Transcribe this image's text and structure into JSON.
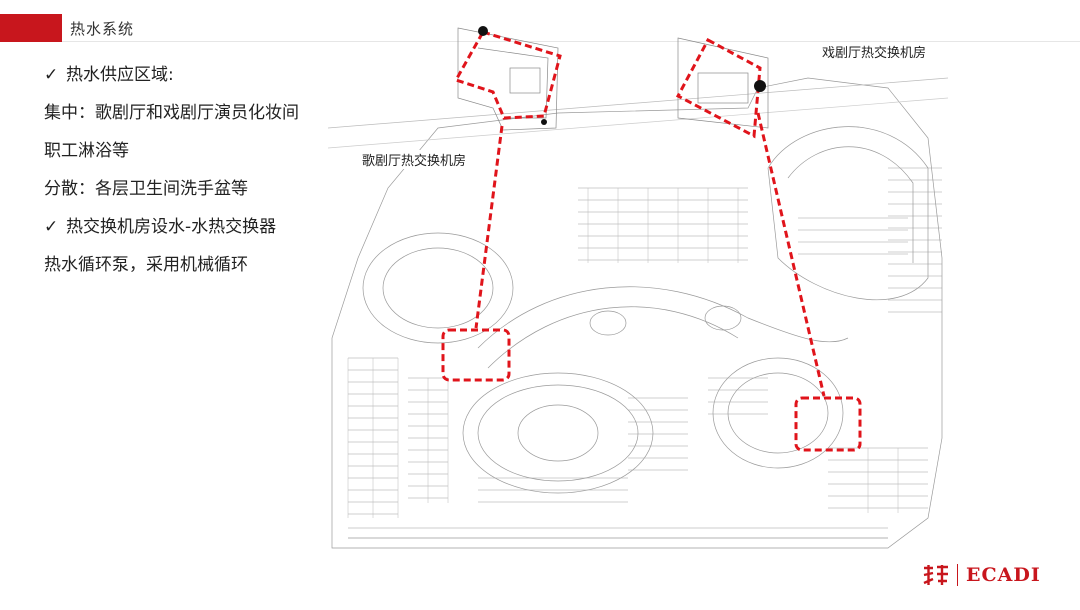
{
  "header": {
    "title": "热水系统",
    "accent_color": "#c8161d"
  },
  "bullets": [
    {
      "check": "✓",
      "text": "热水供应区域:"
    },
    {
      "check": "",
      "text": "集中：歌剧厅和戏剧厅演员化妆间"
    },
    {
      "check": "",
      "text": "职工淋浴等"
    },
    {
      "check": "",
      "text": "分散：各层卫生间洗手盆等"
    },
    {
      "check": "✓",
      "text": "热交换机房设水-水热交换器"
    },
    {
      "check": "",
      "text": "热水循环泵，采用机械循环"
    }
  ],
  "plan": {
    "label_opera": "歌剧厅热交换机房",
    "label_drama": "戏剧厅热交换机房",
    "highlight_color": "#e0141b"
  },
  "logo": {
    "text": "ECADI",
    "icon": "ecadi-logo-icon"
  }
}
